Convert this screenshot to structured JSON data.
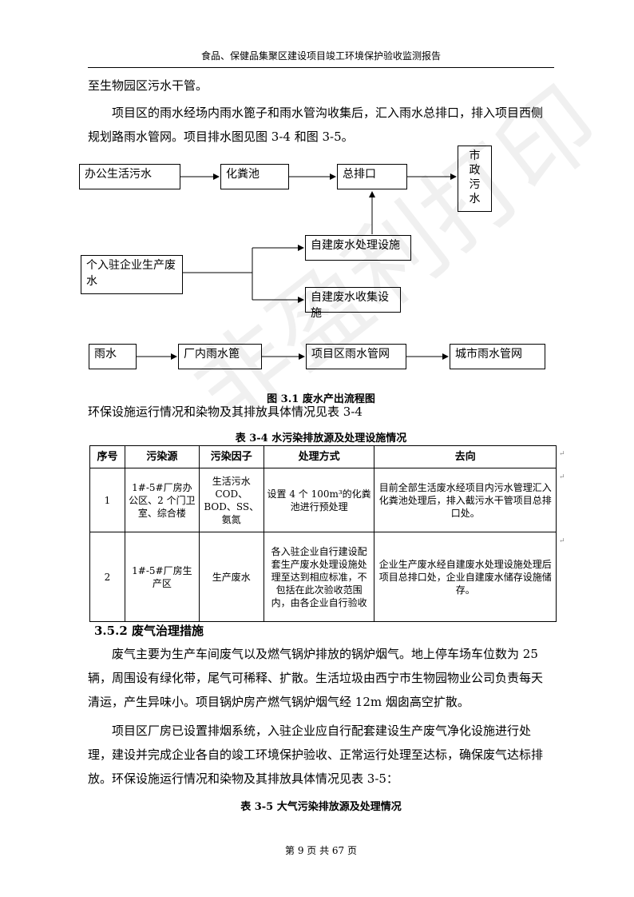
{
  "header": "食品、保健品集聚区建设项目竣工环境保护验收监测报告",
  "paragraphs": {
    "p1": "至生物园区污水干管。",
    "p2": "项目区的雨水经场内雨水篦子和雨水管沟收集后，汇入雨水总排口，排入项目西侧规划路雨水管网。项目排水图见图 3-4 和图 3-5。"
  },
  "flow": {
    "office": "办公生活污水",
    "septic": "化粪池",
    "outlet": "总排口",
    "municipal": "市政污水",
    "enterprise": "个入驻企业生产废水",
    "treatment": "自建废水处理设施",
    "collection": "自建废水收集设施",
    "rain": "雨水",
    "plant_grate": "厂内雨水篦",
    "project_pipe": "项目区雨水管网",
    "city_pipe": "城市雨水管网"
  },
  "figure_caption": "图 3.1 废水产出流程图",
  "intro_line": "环保设施运行情况和染物及其排放具体情况见表 3-4",
  "table_caption": "表 3-4 水污染排放源及处理设施情况",
  "table": {
    "headers": [
      "序号",
      "污染源",
      "污染因子",
      "处理方式",
      "去向"
    ],
    "rows": [
      [
        "1",
        "1#-5#厂房办公区、2 个门卫室、综合楼",
        "生活污水 COD、BOD、SS、氨氮",
        "设置 4 个 100m³的化粪池进行预处理",
        "目前全部生活废水经项目内污水管理汇入化粪池处理后，排入截污水干管项目总排口处。"
      ],
      [
        "2",
        "1#-5#厂房生产区",
        "生产废水",
        "各入驻企业自行建设配套生产废水处理设施处理至达到相应标准，不包括在此次验收范围内，由各企业自行验收",
        "企业生产废水经自建废水处理设施处理后项目总排口处，企业自建废水储存设施储存。"
      ]
    ]
  },
  "section_title": "3.5.2 废气治理措施",
  "paragraphs2": {
    "p3": "废气主要为生产车间废气以及燃气锅炉排放的锅炉烟气。地上停车场车位数为 25 辆，周围设有绿化带，尾气可稀释、扩散。生活垃圾由西宁市生物园物业公司负责每天清运，产生异味小。项目锅炉房产燃气锅炉烟气经 12m 烟囱高空扩散。",
    "p4": "项目区厂房已设置排烟系统，入驻企业应自行配套建设生产废气净化设施进行处理，建设并完成企业各自的竣工环境保护验收、正常运行处理至达标，确保废气达标排放。环保设施运行情况和染物及其排放具体情况见表 3-5："
  },
  "table2_caption": "表 3-5 大气污染排放源及处理情况",
  "footer": "第 9 页 共 67 页",
  "watermark": "非盈利打印"
}
